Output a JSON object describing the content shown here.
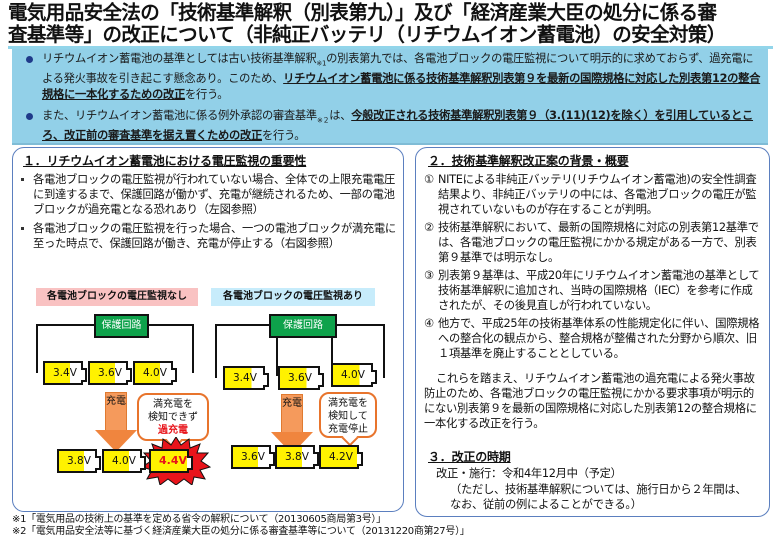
{
  "title": {
    "line1": "電気用品安全法の「技術基準解釈（別表第九）」及び「経済産業大臣の処分に係る審",
    "line2": "査基準等」の改正について（非純正バッテリ（リチウムイオン蓄電池）の安全対策）"
  },
  "summary": {
    "bullet1": {
      "part1": "リチウムイオン蓄電池の基準としては古い技術基準解釈",
      "note1": "※1",
      "part2": "の別表第九では、各電池ブロックの電圧監視について明示的に求めておらず、過充電による発火事故を引き起こす懸念あり。このため、",
      "bold": "リチウムイオン蓄電池に係る技術基準解釈別表第９を最新の国際規格に対応した別表第12の整合規格に一本化するための改正",
      "tail": "を行う。"
    },
    "bullet2": {
      "part1": "また、リチウムイオン蓄電池に係る例外承認の審査基準",
      "note2": "※２",
      "part2": "は、",
      "bold": "今般改正される技術基準解釈別表第９（3.(11)(12)を除く）を引用しているところ、改正前の審査基準を据え置くための改正",
      "tail": "を行う。"
    }
  },
  "section1": {
    "heading": "１．リチウムイオン蓄電池における電圧監視の重要性",
    "bullets": [
      "各電池ブロックの電圧監視が行われていない場合、全体での上限充電電圧に到達するまで、保護回路が働かず、充電が継続されるため、一部の電池ブロックが過充電となる恐れあり（左図参照）",
      "各電池ブロックの電圧監視を行った場合、一つの電池ブロックが満充電に至った時点で、保護回路が働き、充電が停止する（右図参照）"
    ],
    "diagram_left": {
      "label": "各電池ブロックの電圧監視なし",
      "label_bg": "#f9c2c2",
      "circuit": "保護回路",
      "before": [
        "3.4V",
        "3.6V",
        "4.0V"
      ],
      "arrow": "充電",
      "callout_lines": [
        "満充電を",
        "検知できず"
      ],
      "callout_alert": "過充電",
      "after": [
        "3.8V",
        "4.0V",
        "4.4V"
      ]
    },
    "diagram_right": {
      "label": "各電池ブロックの電圧監視あり",
      "label_bg": "#c7ecfb",
      "circuit": "保護回路",
      "before": [
        "3.4V",
        "3.6V",
        "4.0V"
      ],
      "arrow": "充電",
      "callout_lines": [
        "満充電を",
        "検知して",
        "充電停止"
      ],
      "after": [
        "3.6V",
        "3.8V",
        "4.2V"
      ]
    }
  },
  "section2": {
    "heading": "２．技術基準解釈改正案の背景・概要",
    "items": [
      {
        "num": "①",
        "text": "NITEによる非純正バッテリ(リチウムイオン蓄電池)の安全性調査結果より、非純正バッテリの中には、各電池ブロックの電圧が監視されていないものが存在することが判明。"
      },
      {
        "num": "②",
        "text": "技術基準解釈において、最新の国際規格に対応の別表第12基準では、各電池ブロックの電圧監視にかかる規定がある一方で、別表第９基準では明示なし。"
      },
      {
        "num": "③",
        "text": "別表第９基準は、平成20年にリチウムイオン蓄電池の基準として技術基準解釈に追加され、当時の国際規格（IEC）を参考に作成されたが、その後見直しが行われていない。"
      },
      {
        "num": "④",
        "text": "他方で、平成25年の技術基準体系の性能規定化に伴い、国際規格への整合化の観点から、整合規格が整備された分野から順次、旧１項基準を廃止することとしている。"
      }
    ],
    "conclusion": "これらを踏まえ、リチウムイオン蓄電池の過充電による発火事故防止のため、各電池ブロックの電圧監視にかかる要求事項が明示的にない別表第９を最新の国際規格に対応した別表第12の整合規格に一本化する改正を行う。"
  },
  "section3": {
    "heading": "３．改正の時期",
    "schedule": "改正・施行：令和4年12月中（予定）",
    "note": "（ただし、技術基準解釈については、施行日から２年間は、なお、従前の例によることができる。）"
  },
  "footnotes": [
    "※1「電気用品の技術上の基準を定める省令の解釈について（20130605商局第3号）」",
    "※2「電気用品安全法等に基づく経済産業大臣の処分に係る審査基準等について（20131220商第27号）」"
  ],
  "colors": {
    "summary_bg": "#92d0e8",
    "panel_border": "#5b7fbf",
    "circuit_green": "#0ea24b",
    "battery_yellow": "#fff200",
    "arrow_orange": "#f0853e",
    "alert_red": "#e8141b"
  }
}
